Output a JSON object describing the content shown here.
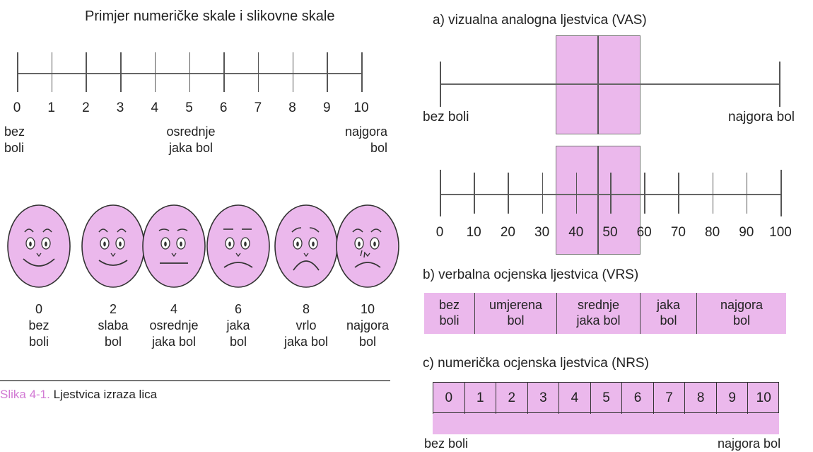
{
  "left": {
    "title": "Primjer numeričke skale i slikovne skale",
    "numeric_ticks": [
      "0",
      "1",
      "2",
      "3",
      "4",
      "5",
      "6",
      "7",
      "8",
      "9",
      "10"
    ],
    "anchors": {
      "start": [
        "bez",
        "boli"
      ],
      "middle": [
        "osrednje",
        "jaka bol"
      ],
      "end": [
        "najgora",
        "bol"
      ]
    },
    "faces": [
      {
        "value": "0",
        "line1": "bez",
        "line2": "boli",
        "icon": "happy-face-icon"
      },
      {
        "value": "2",
        "line1": "slaba",
        "line2": "bol",
        "icon": "smiling-face-icon"
      },
      {
        "value": "4",
        "line1": "osrednje",
        "line2": "jaka bol",
        "icon": "neutral-face-icon"
      },
      {
        "value": "6",
        "line1": "jaka",
        "line2": "bol",
        "icon": "sad-face-icon"
      },
      {
        "value": "8",
        "line1": "vrlo",
        "line2": "jaka bol",
        "icon": "very-sad-face-icon"
      },
      {
        "value": "10",
        "line1": "najgora",
        "line2": "bol",
        "icon": "crying-face-icon"
      }
    ],
    "caption_label": "Slika 4-1.",
    "caption_text": "Ljestvica izraza lica"
  },
  "right": {
    "vas": {
      "title": "a) vizualna analogna ljestvica (VAS)",
      "start": "bez boli",
      "end": "najgora bol",
      "ticks": [
        "0",
        "10",
        "20",
        "30",
        "40",
        "50",
        "60",
        "70",
        "80",
        "90",
        "100"
      ]
    },
    "vrs": {
      "title": "b) verbalna ocjenska ljestvica (VRS)",
      "cells": [
        {
          "line1": "bez",
          "line2": "boli"
        },
        {
          "line1": "umjerena",
          "line2": "bol"
        },
        {
          "line1": "srednje",
          "line2": "jaka bol"
        },
        {
          "line1": "jaka",
          "line2": "bol"
        },
        {
          "line1": "najgora",
          "line2": "bol"
        }
      ]
    },
    "nrs": {
      "title": "c) numerička ocjenska ljestvica (NRS)",
      "cells": [
        "0",
        "1",
        "2",
        "3",
        "4",
        "5",
        "6",
        "7",
        "8",
        "9",
        "10"
      ],
      "start": "bez boli",
      "end": "najgora bol"
    }
  },
  "colors": {
    "pink": "#ebb8ec",
    "caption": "#d27ad4",
    "line": "#555555"
  }
}
